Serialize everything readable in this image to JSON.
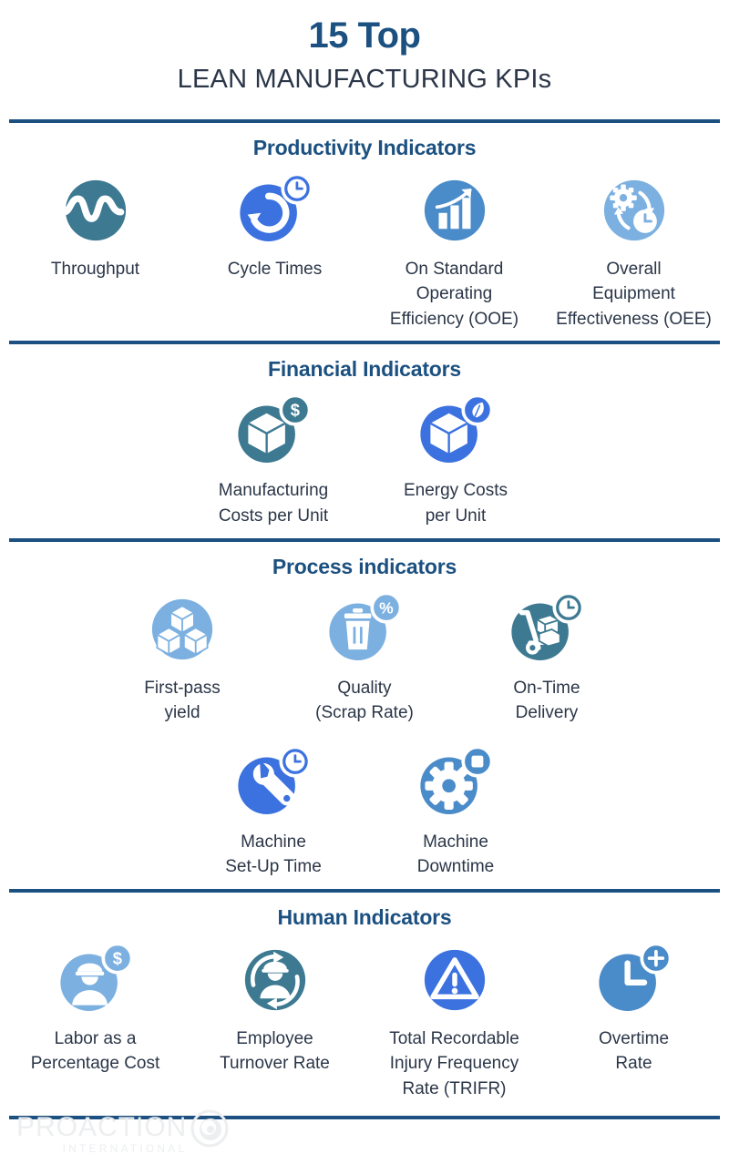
{
  "header": {
    "title_main": "15 Top",
    "title_sub": "LEAN MANUFACTURING KPIs"
  },
  "colors": {
    "navy": "#1b5080",
    "teal": "#3d7a92",
    "royal_blue": "#3b72e0",
    "medium_blue": "#4a8bc9",
    "light_blue": "#7cb0e0",
    "label_text": "#2b3648",
    "logo_gray": "#eceef0"
  },
  "sections": [
    {
      "title": "Productivity Indicators",
      "rows": [
        [
          {
            "label": "Throughput",
            "icon": "wave-circle-icon",
            "color": "teal",
            "badge": "none"
          },
          {
            "label": "Cycle Times",
            "icon": "circular-arrow-icon",
            "color": "royal_blue",
            "badge": "clock"
          },
          {
            "label": "On Standard\nOperating\nEfficiency (OOE)",
            "icon": "bar-chart-growth-icon",
            "color": "medium_blue",
            "badge": "none"
          },
          {
            "label": "Overall\nEquipment\nEffectiveness (OEE)",
            "icon": "gear-cycle-clock-icon",
            "color": "light_blue",
            "badge": "none"
          }
        ]
      ]
    },
    {
      "title": "Financial Indicators",
      "rows": [
        [
          {
            "label": "Manufacturing\nCosts per Unit",
            "icon": "cube-icon",
            "color": "teal",
            "badge": "dollar"
          },
          {
            "label": "Energy Costs\nper Unit",
            "icon": "cube-icon",
            "color": "royal_blue",
            "badge": "leaf"
          }
        ]
      ]
    },
    {
      "title": "Process indicators",
      "rows": [
        [
          {
            "label": "First-pass\nyield",
            "icon": "stacked-cubes-icon",
            "color": "light_blue",
            "badge": "none"
          },
          {
            "label": "Quality\n(Scrap Rate)",
            "icon": "trash-can-icon",
            "color": "light_blue",
            "badge": "percent"
          },
          {
            "label": "On-Time\nDelivery",
            "icon": "hand-truck-icon",
            "color": "teal",
            "badge": "clock"
          }
        ],
        [
          {
            "label": "Machine\nSet-Up Time",
            "icon": "wrench-icon",
            "color": "royal_blue",
            "badge": "clock"
          },
          {
            "label": "Machine\nDowntime",
            "icon": "gear-icon",
            "color": "medium_blue",
            "badge": "stop-square"
          }
        ]
      ]
    },
    {
      "title": "Human Indicators",
      "rows": [
        [
          {
            "label": "Labor as a\nPercentage Cost",
            "icon": "worker-icon",
            "color": "light_blue",
            "badge": "dollar"
          },
          {
            "label": "Employee\nTurnover Rate",
            "icon": "worker-turnover-icon",
            "color": "teal",
            "badge": "none"
          },
          {
            "label": "Total Recordable\nInjury Frequency\nRate (TRIFR)",
            "icon": "warning-triangle-icon",
            "color": "royal_blue",
            "badge": "none"
          },
          {
            "label": "Overtime\nRate",
            "icon": "clock-icon",
            "color": "medium_blue",
            "badge": "plus"
          }
        ]
      ]
    }
  ],
  "footer": {
    "logo_word": "PROACTION",
    "logo_sub": "INTERNATIONAL"
  }
}
